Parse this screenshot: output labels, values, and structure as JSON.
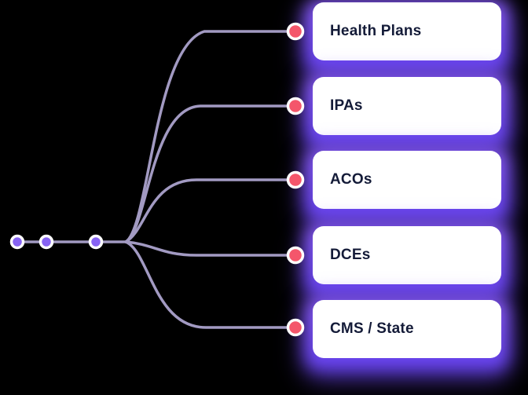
{
  "colors": {
    "background": "#000000",
    "card-bg": "#ffffff",
    "card-text": "#141b38",
    "glow-strong": "#8a5cf7",
    "glow-deep": "#6340ee",
    "line": "#a29ac2",
    "source-dot": "#8763f3",
    "endpoint-dot": "#f4566b",
    "dot-ring": "#ffffff"
  },
  "diagram": {
    "source_chain": {
      "dot_count": 3
    },
    "cards": [
      {
        "label": "Health Plans"
      },
      {
        "label": "IPAs"
      },
      {
        "label": "ACOs"
      },
      {
        "label": "DCEs"
      },
      {
        "label": "CMS / State"
      }
    ]
  }
}
